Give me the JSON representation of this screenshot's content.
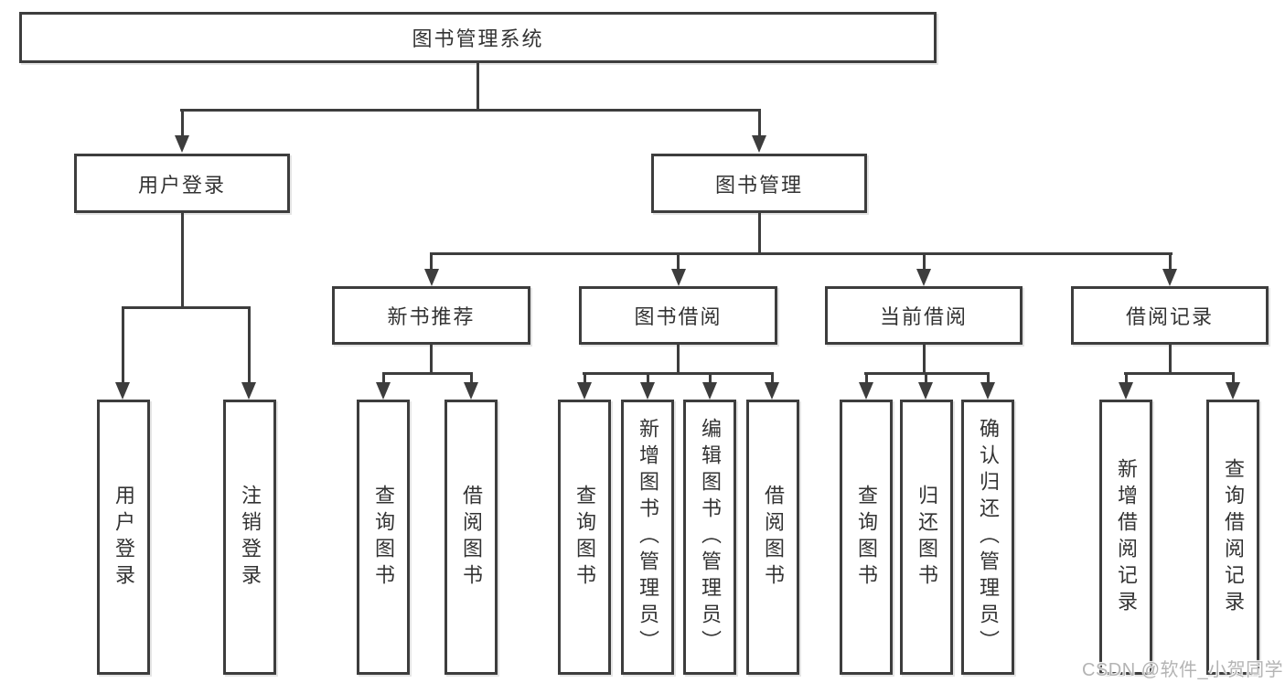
{
  "diagram": {
    "root": {
      "label": "图书管理系统"
    },
    "level2": [
      {
        "label": "用户登录"
      },
      {
        "label": "图书管理"
      }
    ],
    "level3": [
      {
        "label": "新书推荐"
      },
      {
        "label": "图书借阅"
      },
      {
        "label": "当前借阅"
      },
      {
        "label": "借阅记录"
      }
    ],
    "leaves": [
      {
        "label": "用户登录"
      },
      {
        "label": "注销登录"
      },
      {
        "label": "查询图书"
      },
      {
        "label": "借阅图书"
      },
      {
        "label": "查询图书"
      },
      {
        "label": "新增图书（管理员）"
      },
      {
        "label": "编辑图书（管理员）"
      },
      {
        "label": "借阅图书"
      },
      {
        "label": "查询图书"
      },
      {
        "label": "归还图书"
      },
      {
        "label": "确认归还（管理员）"
      },
      {
        "label": "新增借阅记录"
      },
      {
        "label": "查询借阅记录"
      }
    ]
  },
  "watermark": {
    "text": "CSDN @软件_小贺同学"
  },
  "colors": {
    "line": "#3d3d3d",
    "text": "#333333",
    "background": "#ffffff",
    "watermark": "#b4b4b4"
  }
}
